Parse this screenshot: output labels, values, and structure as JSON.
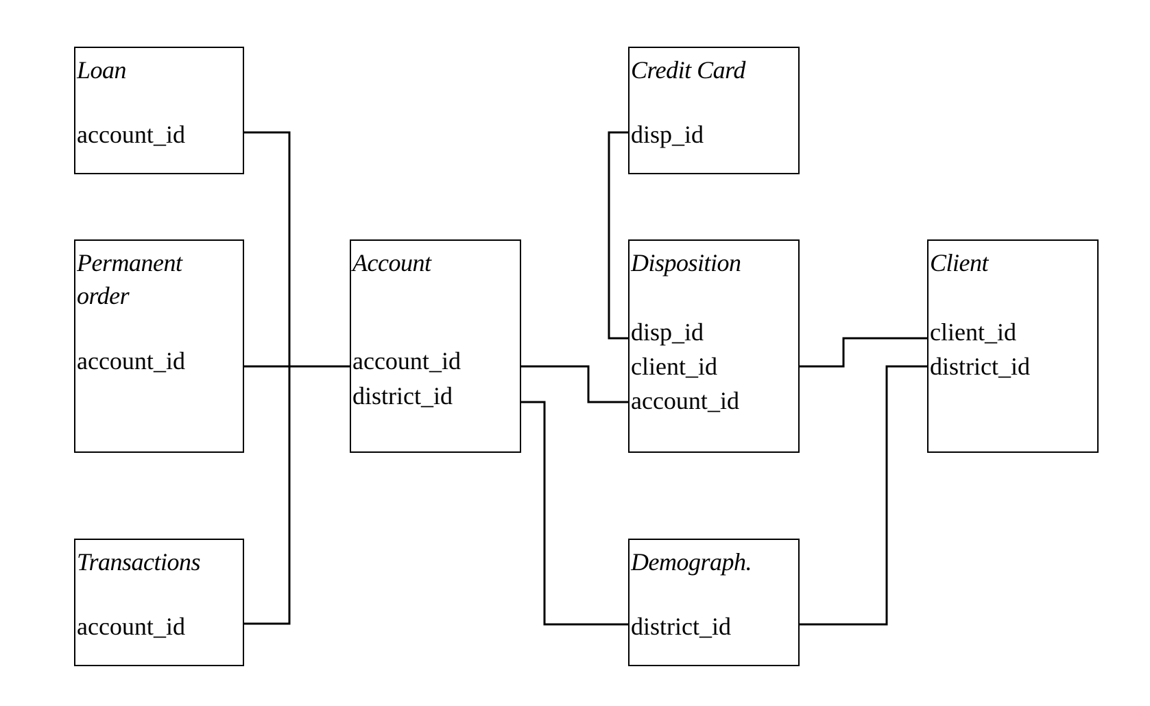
{
  "entities": {
    "loan": {
      "title": "Loan",
      "fields": [
        "account_id"
      ]
    },
    "permanent_order": {
      "title": "Permanent\norder",
      "fields": [
        "account_id"
      ]
    },
    "transactions": {
      "title": "Transactions",
      "fields": [
        "account_id"
      ]
    },
    "account": {
      "title": "Account",
      "fields": [
        "account_id",
        "district_id"
      ]
    },
    "credit_card": {
      "title": "Credit Card",
      "fields": [
        "disp_id"
      ]
    },
    "disposition": {
      "title": "Disposition",
      "fields": [
        "disp_id",
        "client_id",
        "account_id"
      ]
    },
    "client": {
      "title": "Client",
      "fields": [
        "client_id",
        "district_id"
      ]
    },
    "demograph": {
      "title": "Demograph.",
      "fields": [
        "district_id"
      ]
    }
  },
  "relations": [
    {
      "from": "Loan.account_id",
      "to": "Account.account_id"
    },
    {
      "from": "Permanent order.account_id",
      "to": "Account.account_id"
    },
    {
      "from": "Transactions.account_id",
      "to": "Account.account_id"
    },
    {
      "from": "Account.account_id",
      "to": "Disposition.account_id"
    },
    {
      "from": "Account.district_id",
      "to": "Demograph.district_id"
    },
    {
      "from": "Credit Card.disp_id",
      "to": "Disposition.disp_id"
    },
    {
      "from": "Disposition.client_id",
      "to": "Client.client_id"
    },
    {
      "from": "Client.district_id",
      "to": "Demograph.district_id"
    }
  ],
  "colors": {
    "line": "#000000",
    "background": "#ffffff"
  }
}
